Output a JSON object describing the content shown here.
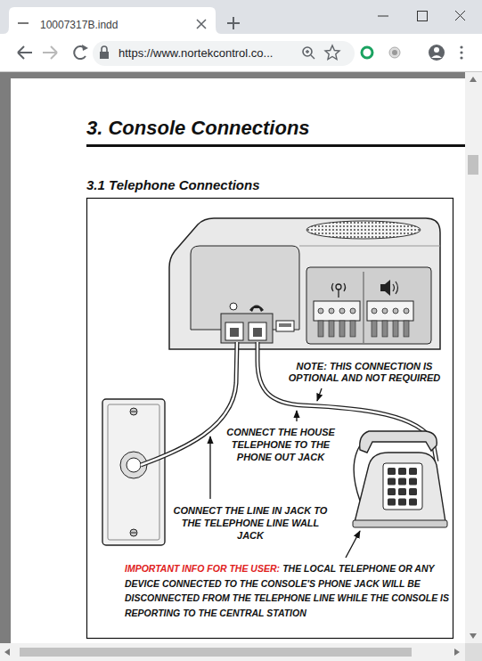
{
  "diagram": {
    "title": "3. Console Connections",
    "labels": [
      "10007317B.indd",
      "https://www.nortekcontrol.co...",
      "3.1 Telephone Connections",
      "NOTE: THIS CONNECTION IS OPTIONAL AND NOT REQUIRED",
      "CONNECT THE HOUSE TELEPHONE TO THE PHONE OUT JACK",
      "CONNECT THE LINE IN JACK TO THE TELEPHONE LINE WALL JACK",
      "IMPORTANT INFO FOR THE USER:",
      "THE LOCAL TELEPHONE OR ANY DEVICE CONNECTED TO THE CONSOLE'S PHONE JACK WILL BE DISCONNECTED FROM THE TELEPHONE LINE WHILE THE CONSOLE IS REPORTING TO THE CENTRAL STATION"
    ]
  }
}
